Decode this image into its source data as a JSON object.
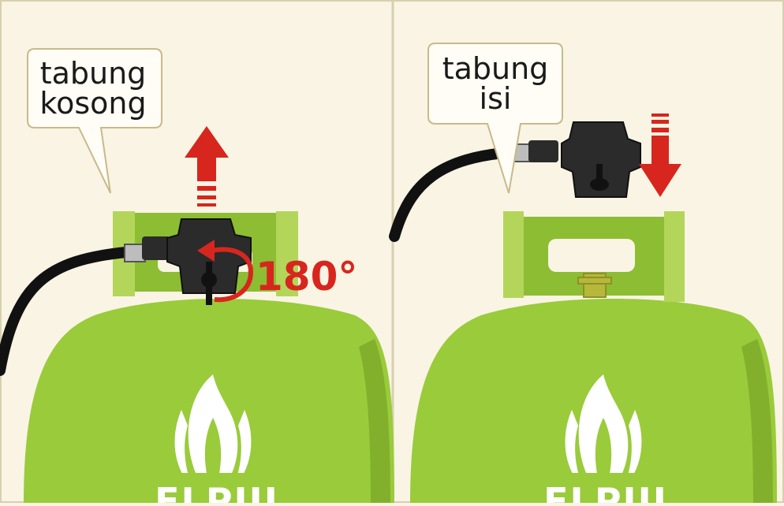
{
  "left_panel": {
    "caption_lines": [
      "tabung",
      "kosong"
    ],
    "rotation_label": "180°",
    "brand": "ELPIJI"
  },
  "right_panel": {
    "caption_lines": [
      "tabung",
      "isi"
    ],
    "brand": "ELPIJI"
  },
  "colors": {
    "background": "#f9f4e3",
    "tank_green": "#9acb3b",
    "tank_dark": "#82b02c",
    "arrow_red": "#d7261e",
    "regulator": "#2b2b2b",
    "hose": "#111111",
    "bubble_border": "#c9b98a"
  },
  "icons": [
    "flame-logo-icon",
    "up-arrow-icon",
    "down-arrow-icon",
    "rotate-arrow-icon"
  ]
}
